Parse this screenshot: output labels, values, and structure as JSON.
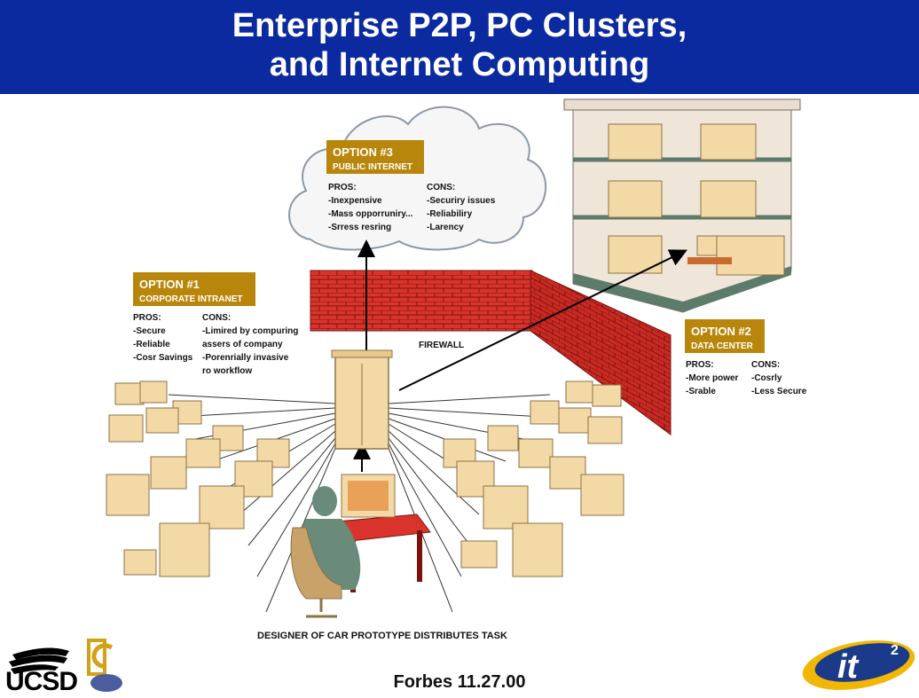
{
  "title": {
    "line1": "Enterprise P2P, PC Clusters,",
    "line2": "and Internet Computing"
  },
  "option3": {
    "header": "OPTION #3",
    "subheader": "PUBLIC INTERNET",
    "pros_label": "PROS:",
    "pros": [
      "-Inexpensive",
      "-Mass opporruniry...",
      "-Srress resring"
    ],
    "cons_label": "CONS:",
    "cons": [
      "-Securiry issues",
      "-Reliabiliry",
      "-Larency"
    ]
  },
  "option1": {
    "header": "OPTION #1",
    "subheader": "CORPORATE INTRANET",
    "pros_label": "PROS:",
    "pros": [
      "-Secure",
      "-Reliable",
      "-Cosr Savings"
    ],
    "cons_label": "CONS:",
    "cons": [
      "-Limired by compuring",
      "assers of company",
      "-Porenrially invasive",
      "ro workflow"
    ]
  },
  "option2": {
    "header": "OPTION #2",
    "subheader": "DATA CENTER",
    "pros_label": "PROS:",
    "pros": [
      "-More power",
      "-Srable"
    ],
    "cons_label": "CONS:",
    "cons": [
      "-Cosrly",
      "-Less Secure"
    ]
  },
  "firewall_label": "FIREWALL",
  "caption": "DESIGNER OF CAR PROTOTYPE DISTRIBUTES TASK",
  "source": "Forbes 11.27.00",
  "logos": {
    "ucsd": "UCSD",
    "it2": "it",
    "it2_sup": "2"
  },
  "colors": {
    "title_bg": "#0b2a9f",
    "option_box": "#b8860b",
    "brick": "#d9342b",
    "beige": "#f3d9a6"
  }
}
